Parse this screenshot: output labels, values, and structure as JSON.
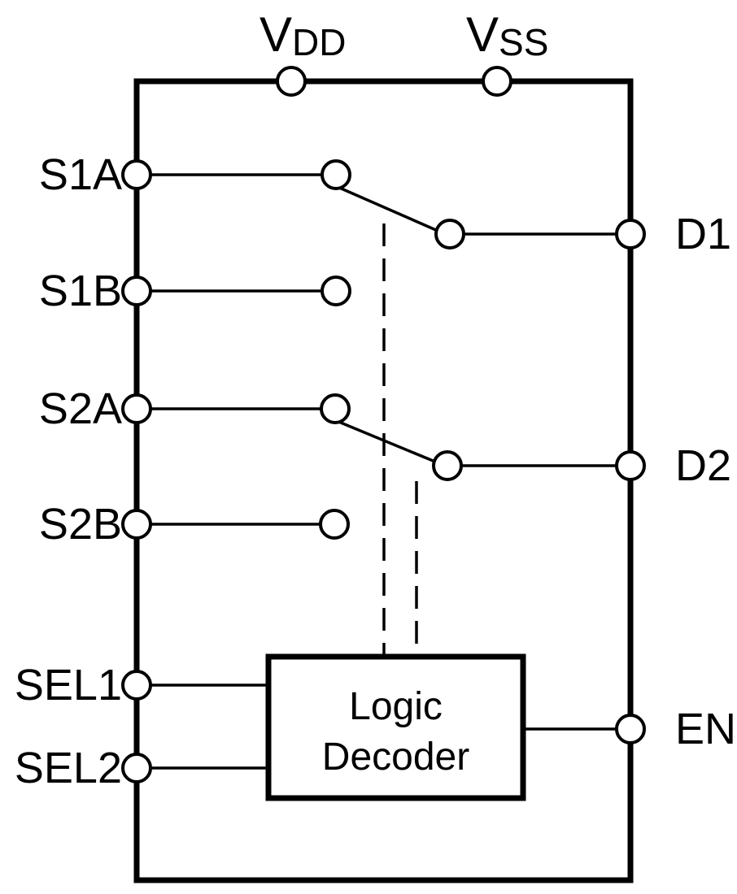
{
  "diagram": {
    "type": "ic-functional-block-diagram",
    "description": "Dual SPDT analog switch / 2-channel multiplexer functional diagram",
    "colors": {
      "background": "#ffffff",
      "line": "#000000",
      "text": "#000000"
    },
    "power_pins": {
      "vdd": {
        "main": "V",
        "sub": "DD"
      },
      "vss": {
        "main": "V",
        "sub": "SS"
      }
    },
    "left_pins": {
      "s1a": "S1A",
      "s1b": "S1B",
      "s2a": "S2A",
      "s2b": "S2B",
      "sel1": "SEL1",
      "sel2": "SEL2"
    },
    "right_pins": {
      "d1": "D1",
      "d2": "D2",
      "en": "EN"
    },
    "decoder_block": {
      "line1": "Logic",
      "line2": "Decoder"
    },
    "switches": [
      {
        "pole": "D1",
        "throw_closed": "S1A",
        "throw_open": "S1B"
      },
      {
        "pole": "D2",
        "throw_closed": "S2A",
        "throw_open": "S2B"
      }
    ]
  }
}
